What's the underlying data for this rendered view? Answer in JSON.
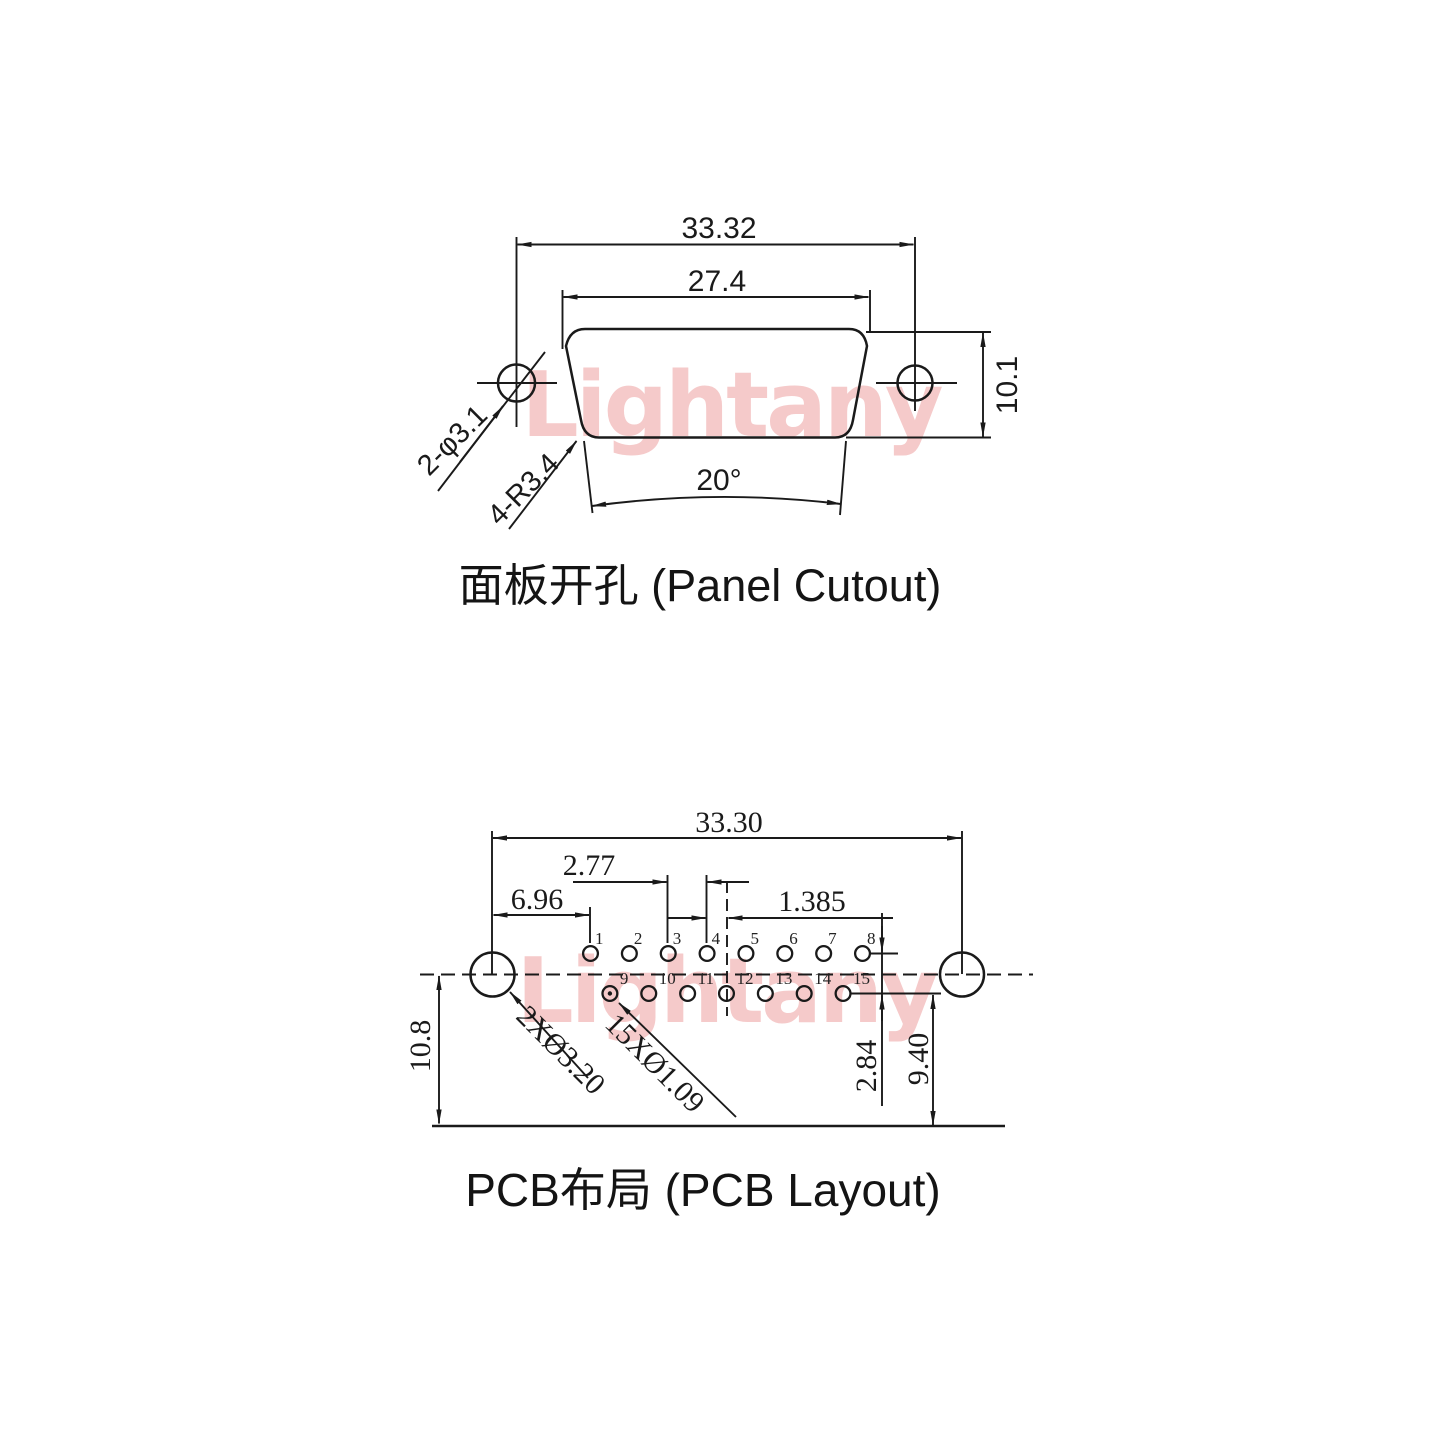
{
  "watermark": {
    "text": "Lightany",
    "color": "#ee9f9f"
  },
  "panel_cutout": {
    "title": "面板开孔 (Panel Cutout)",
    "dim_overall_width": "33.32",
    "dim_cutout_width": "27.4",
    "dim_cutout_height": "10.1",
    "dim_side_angle": "20°",
    "label_mount_holes": "2-φ3.1",
    "label_corner_radius": "4-R3.4"
  },
  "pcb_layout": {
    "title": "PCB布局 (PCB Layout)",
    "dim_overall_width": "33.30",
    "dim_pin_pitch": "2.77",
    "dim_hole_to_pin": "6.96",
    "dim_row_stagger": "1.385",
    "dim_hole_to_edge": "10.8",
    "dim_row_spacing": "2.84",
    "dim_row_to_edge": "9.40",
    "label_mount_holes": "2XØ3.20",
    "label_pin_holes": "15XØ1.09",
    "pin_numbers_top": [
      "1",
      "2",
      "3",
      "4",
      "5",
      "6",
      "7",
      "8"
    ],
    "pin_numbers_bottom": [
      "9",
      "10",
      "11",
      "12",
      "13",
      "14",
      "15"
    ]
  }
}
